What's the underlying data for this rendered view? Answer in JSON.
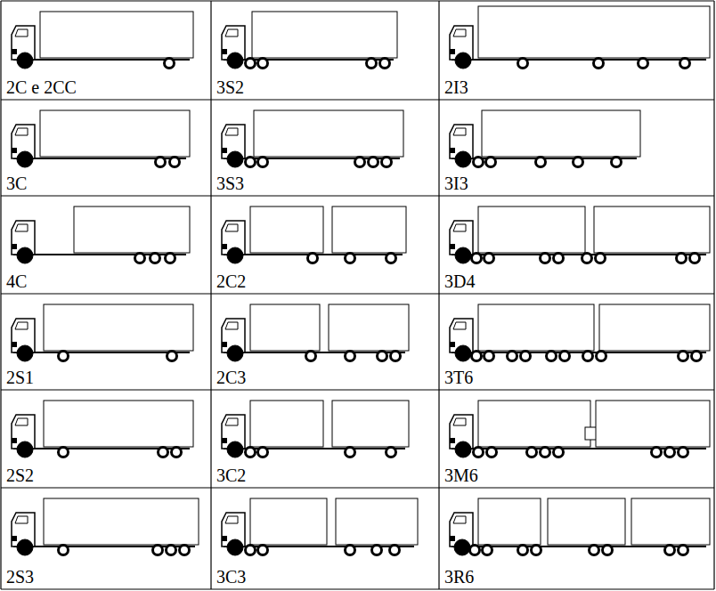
{
  "diagram": {
    "labels": [
      "2C e 2CC",
      "3S2",
      "2I3",
      "3C",
      "3S3",
      "3I3",
      "4C",
      "2C2",
      "3D4",
      "2S1",
      "2C3",
      "3T6",
      "2S2",
      "3C2",
      "3M6",
      "2S3",
      "3C3",
      "3R6"
    ]
  }
}
